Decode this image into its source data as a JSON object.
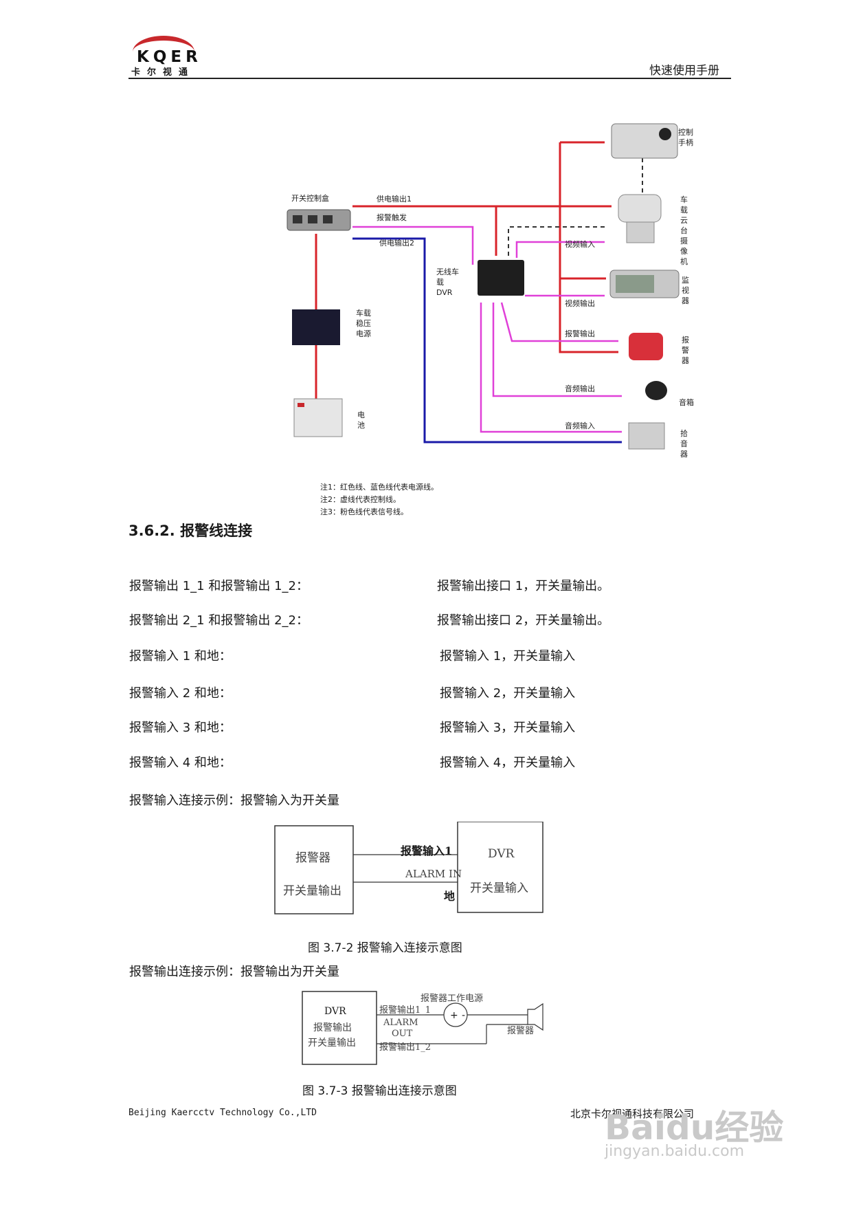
{
  "header": {
    "logo_brand": "KQER",
    "logo_cn": "卡尔视通",
    "title": "快速使用手册"
  },
  "diagram": {
    "devices": {
      "switch_box": "开关控制盒",
      "control_handle": "控制手柄",
      "ptz_camera": "车载云台摄像机",
      "dvr": "无线车载DVR",
      "monitor": "监视器",
      "regulator": "车载稳压电源",
      "alarm": "报警器",
      "speaker": "音箱",
      "battery": "电池",
      "pickup": "拾音器"
    },
    "wires": {
      "power_out_1": "供电输出1",
      "alarm_trigger": "报警触发",
      "power_out_2": "供电输出2",
      "video_in": "视频输入",
      "video_out": "视频输出",
      "alarm_out": "报警输出",
      "audio_out": "音频输出",
      "audio_in": "音频输入"
    },
    "notes": [
      "注1：红色线、蓝色线代表电源线。",
      "注2：虚线代表控制线。",
      "注3：粉色线代表信号线。"
    ],
    "colors": {
      "power": "#d8232a",
      "power_blue": "#1a1aa8",
      "signal": "#e040d8",
      "control": "#333333"
    }
  },
  "section": {
    "heading": "3.6.2.  报警线连接",
    "rows": [
      {
        "label": "报警输出 1_1 和报警输出 1_2：",
        "desc": "报警输出接口 1，开关量输出。"
      },
      {
        "label": "报警输出 2_1 和报警输出 2_2：",
        "desc": "报警输出接口 2，开关量输出。"
      },
      {
        "label": "报警输入 1 和地：",
        "desc": "报警输入 1，开关量输入"
      },
      {
        "label": "报警输入 2 和地：",
        "desc": "报警输入 2，开关量输入"
      },
      {
        "label": "报警输入 3 和地：",
        "desc": "报警输入 3，开关量输入"
      },
      {
        "label": "报警输入 4 和地：",
        "desc": "报警输入 4，开关量输入"
      }
    ],
    "input_example": "报警输入连接示例：报警输入为开关量",
    "output_example": "报警输出连接示例：报警输出为开关量"
  },
  "fig2": {
    "left_title": "报警器",
    "left_sub": "开关量输出",
    "wire_top": "报警输入1",
    "wire_mid": "ALARM IN",
    "wire_bot": "地",
    "right_title": "DVR",
    "right_sub": "开关量输入",
    "caption": "图  3.7-2 报警输入连接示意图"
  },
  "fig3": {
    "box_line1": "DVR",
    "box_line2": "报警输出",
    "box_line3": "开关量输出",
    "power_label": "报警器工作电源",
    "out_1": "报警输出1_1",
    "alarm": "ALARM",
    "out": "OUT",
    "out_2": "报警输出1_2",
    "alarm_device": "报警器",
    "caption": "图  3.7-3 报警输出连接示意图"
  },
  "footer": {
    "left": "Beijing Kaercctv Technology Co.,LTD",
    "right": "北京卡尔视通科技有限公司",
    "watermark_brand": "Baidu经验",
    "watermark_url": "jingyan.baidu.com"
  }
}
